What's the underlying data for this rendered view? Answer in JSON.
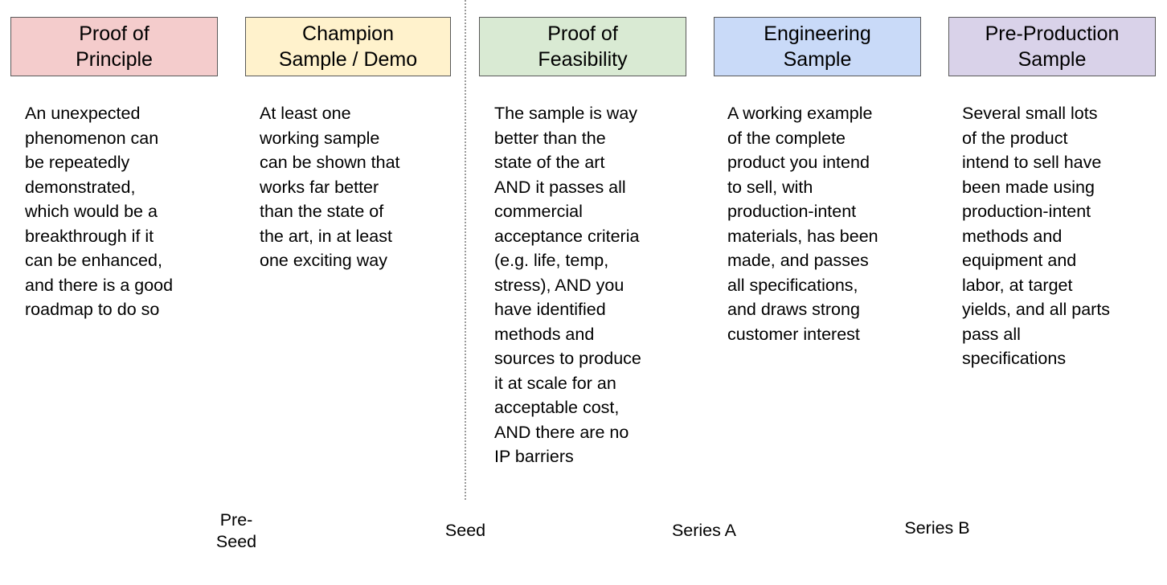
{
  "stages": [
    {
      "title": "Proof of\nPrinciple",
      "color": "#f4cccc",
      "description": "An unexpected\nphenomenon can\nbe repeatedly\ndemonstrated,\nwhich would be a\nbreakthrough if it\ncan be enhanced,\nand there is a good\nroadmap to do so"
    },
    {
      "title": "Champion\nSample / Demo",
      "color": "#fff2cc",
      "description": "At least one\nworking sample\ncan be shown that\nworks far better\nthan the state of\nthe art, in at least\none exciting way"
    },
    {
      "title": "Proof of\nFeasibility",
      "color": "#d9ead3",
      "description": "The sample is way\nbetter than the\nstate of the art\nAND it passes all\ncommercial\nacceptance criteria\n(e.g. life, temp,\nstress), AND you\nhave identified\nmethods and\nsources to produce\nit at scale for an\nacceptable cost,\nAND there are no\nIP barriers"
    },
    {
      "title": "Engineering\nSample",
      "color": "#c9daf8",
      "description": "A working example\nof the complete\nproduct you intend\nto sell, with\nproduction-intent\nmaterials, has been\nmade, and passes\nall specifications,\nand draws strong\ncustomer interest"
    },
    {
      "title": "Pre-Production\nSample",
      "color": "#d9d2e9",
      "description": "Several small lots\nof the product\nintend to sell have\nbeen made using\nproduction-intent\nmethods and\nequipment and\nlabor, at target\nyields, and all parts\npass all\nspecifications"
    }
  ],
  "funding_rounds": [
    {
      "label": "Pre-\nSeed"
    },
    {
      "label": "Seed"
    },
    {
      "label": "Series A"
    },
    {
      "label": "Series B"
    }
  ],
  "colors": {
    "box_border": "#595959",
    "divider": "#9a9a9a"
  }
}
